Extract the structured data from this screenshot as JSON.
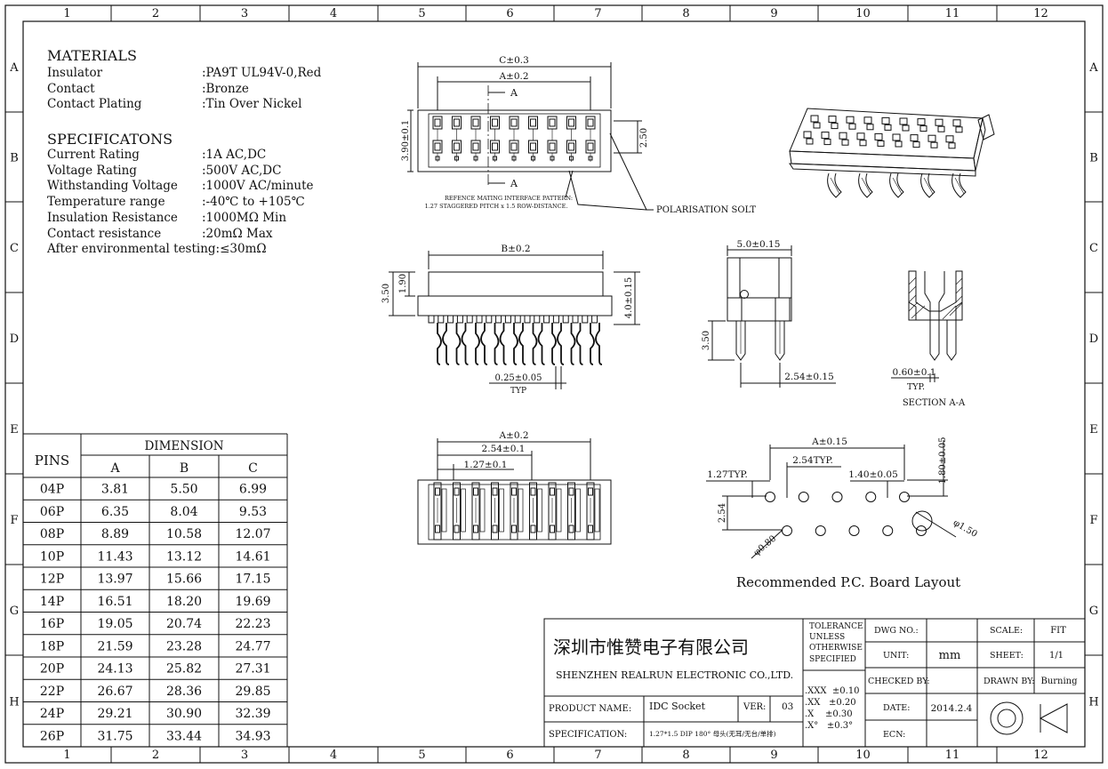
{
  "frame": {
    "columns": [
      "1",
      "2",
      "3",
      "4",
      "5",
      "6",
      "7",
      "8",
      "9",
      "10",
      "11",
      "12"
    ],
    "rows": [
      "A",
      "B",
      "C",
      "D",
      "E",
      "F",
      "G",
      "H"
    ]
  },
  "materials": {
    "title": "MATERIALS",
    "items": [
      {
        "label": "Insulator",
        "value": ":PA9T UL94V-0,Red"
      },
      {
        "label": "Contact",
        "value": ":Bronze"
      },
      {
        "label": "Contact Plating",
        "value": ":Tin Over Nickel"
      }
    ]
  },
  "specifications": {
    "title": "SPECIFICATONS",
    "items": [
      {
        "label": "Current Rating",
        "value": ":1A AC,DC"
      },
      {
        "label": "Voltage Rating",
        "value": ":500V AC,DC"
      },
      {
        "label": "Withstanding Voltage",
        "value": ":1000V AC/minute"
      },
      {
        "label": "Temperature range",
        "value": ":-40℃ to +105℃"
      },
      {
        "label": "Insulation Resistance",
        "value": ":1000MΩ Min"
      },
      {
        "label": "Contact resistance",
        "value": ":20mΩ Max"
      }
    ],
    "after": "After environmental testing:≤30mΩ"
  },
  "dim_table": {
    "pins_header": "PINS",
    "group_header": "DIMENSION",
    "col_headers": [
      "A",
      "B",
      "C"
    ],
    "rows": [
      [
        "04P",
        "3.81",
        "5.50",
        "6.99"
      ],
      [
        "06P",
        "6.35",
        "8.04",
        "9.53"
      ],
      [
        "08P",
        "8.89",
        "10.58",
        "12.07"
      ],
      [
        "10P",
        "11.43",
        "13.12",
        "14.61"
      ],
      [
        "12P",
        "13.97",
        "15.66",
        "17.15"
      ],
      [
        "14P",
        "16.51",
        "18.20",
        "19.69"
      ],
      [
        "16P",
        "19.05",
        "20.74",
        "22.23"
      ],
      [
        "18P",
        "21.59",
        "23.28",
        "24.77"
      ],
      [
        "20P",
        "24.13",
        "25.82",
        "27.31"
      ],
      [
        "22P",
        "26.67",
        "28.36",
        "29.85"
      ],
      [
        "24P",
        "29.21",
        "30.90",
        "32.39"
      ],
      [
        "26P",
        "31.75",
        "33.44",
        "34.93"
      ]
    ]
  },
  "top_view": {
    "dim_c": "C±0.3",
    "dim_a": "A±0.2",
    "section_mark": "A",
    "height_label": "3.90±0.1",
    "row_distance": "2.50",
    "note_line1": "REFENCE MATING INTERFACE PATTERN:",
    "note_line2": "1.27 STAGGERED PITCH x 1.5 ROW-DISTANCE.",
    "polarisation": "POLARISATION SOLT"
  },
  "front_view": {
    "dim_b": "B±0.2",
    "h_350": "3.50",
    "h_190": "1.90",
    "h_40": "4.0±0.15",
    "pin_w": "0.25±0.05",
    "typ": "TYP"
  },
  "side_view": {
    "width": "5.0±0.15",
    "height": "3.50",
    "pitch": "2.54±0.15"
  },
  "section_view": {
    "width": "0.60±0.1",
    "typ": "TYP.",
    "caption": "SECTION A-A"
  },
  "bottom_view": {
    "dim_a": "A±0.2",
    "dim_254": "2.54±0.1",
    "dim_127": "1.27±0.1"
  },
  "pcb_layout": {
    "dim_a": "A±0.15",
    "typ127": "1.27TYP.",
    "typ254": "2.54TYP.",
    "pitch140": "1.40±0.05",
    "h180": "1.80±0.05",
    "v254": "2.54",
    "hole080": "φ0.80",
    "hole150": "φ1.50",
    "caption": "Recommended P.C. Board Layout"
  },
  "title_block": {
    "company_cn": "深圳市惟赞电子有限公司",
    "company_en": "SHENZHEN REALRUN ELECTRONIC CO.,LTD.",
    "tolerance": [
      "TOLERANCE",
      "UNLESS",
      "OTHERWISE",
      "SPECIFIED"
    ],
    "tol_values": [
      ".XXX  ±0.10",
      ".XX   ±0.20",
      ".X    ±0.30",
      ".X°   ±0.3°"
    ],
    "dwg_no_label": "DWG NO.:",
    "dwg_no": "",
    "unit_label": "UNIT:",
    "unit": "mm",
    "scale_label": "SCALE:",
    "scale": "FIT",
    "sheet_label": "SHEET:",
    "sheet": "1/1",
    "checked_label": "CHECKED BY:",
    "checked": "",
    "drawn_label": "DRAWN BY:",
    "drawn": "Burning",
    "date_label": "DATE:",
    "date": "2014.2.4",
    "ecn_label": "ECN:",
    "ecn": "",
    "product_label": "PRODUCT NAME:",
    "product": "IDC Socket",
    "ver_label": "VER:",
    "ver": "03",
    "spec_label": "SPECIFICATION:",
    "spec": "1.27*1.5 DIP 180°  母头(无耳/无台/单排)"
  }
}
